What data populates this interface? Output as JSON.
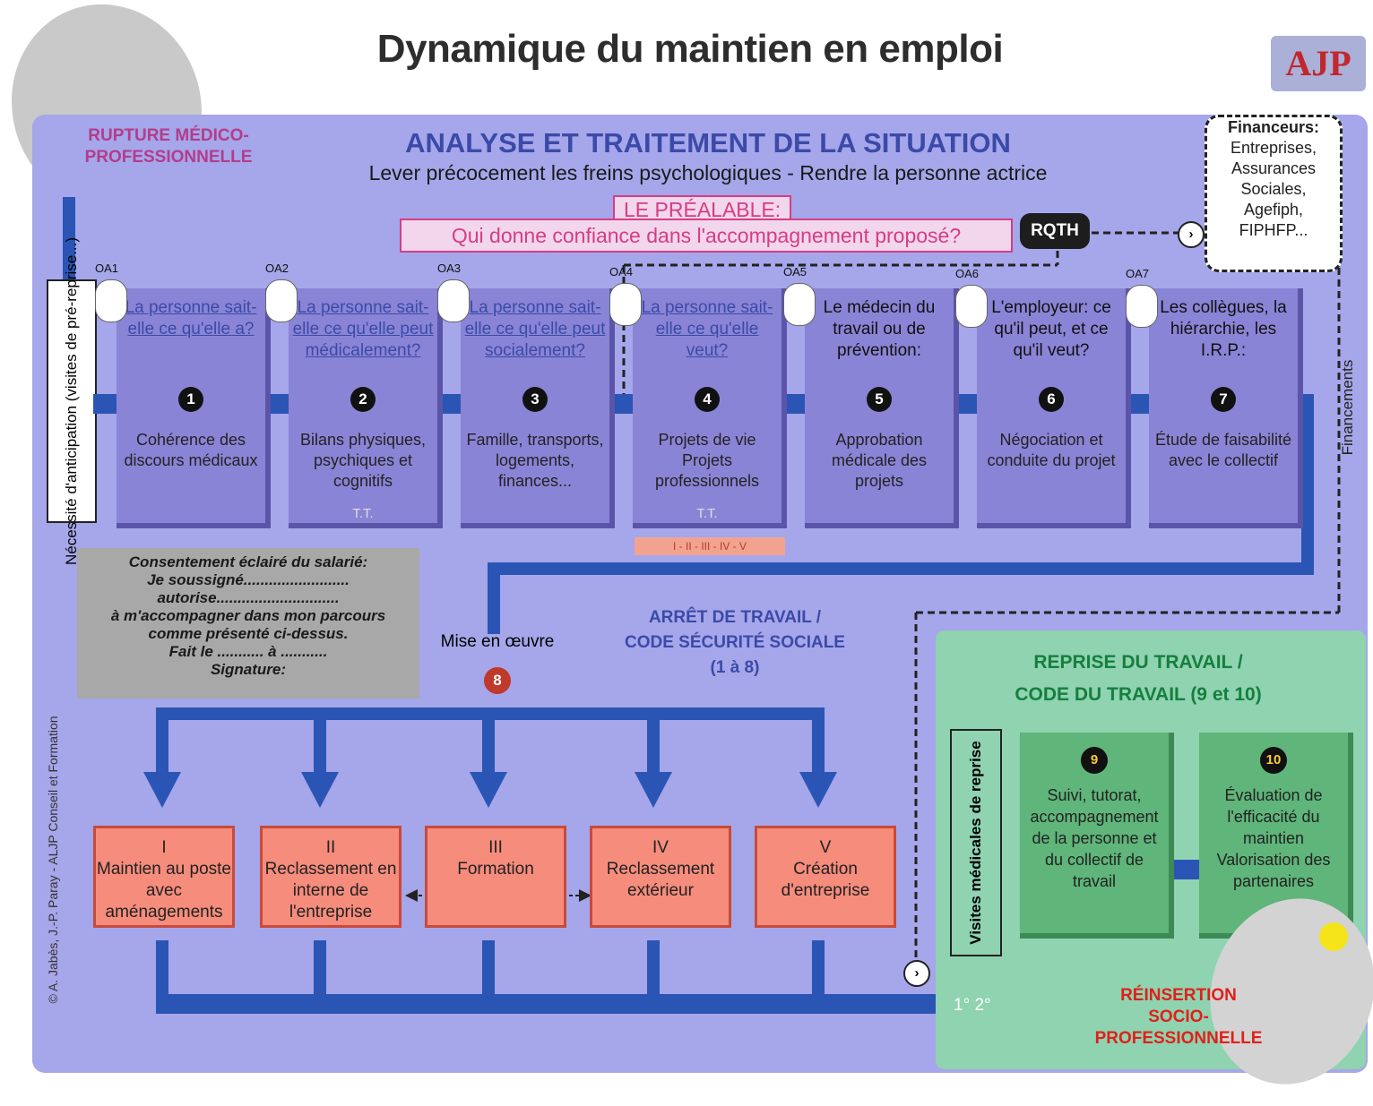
{
  "title": "Dynamique du maintien en emploi",
  "logo": "AJP",
  "rupture_label": "RUPTURE MÉDICO-PROFESSIONNELLE",
  "analyse": {
    "title": "ANALYSE ET TRAITEMENT DE LA SITUATION",
    "subtitle": "Lever précocement les freins psychologiques - Rendre la personne actrice",
    "prealable_label": "LE PRÉALABLE:",
    "prealable_question": "Qui donne confiance dans l'accompagnement proposé?",
    "rqth": "RQTH"
  },
  "financeurs": {
    "heading": "Financeurs:",
    "lines": [
      "Entreprises,",
      "Assurances",
      "Sociales,",
      "Agefiph,",
      "FIPHFP..."
    ]
  },
  "necessite": "Nécessité d'anticipation (visites de pré-reprise...)",
  "financements": "Financements",
  "oa_labels": [
    "OA1",
    "OA2",
    "OA3",
    "OA4",
    "OA5",
    "OA6",
    "OA7"
  ],
  "steps": [
    {
      "question": "La personne sait-elle ce qu'elle a?",
      "num": "1",
      "desc": "Cohérence des discours médicaux",
      "tl": ""
    },
    {
      "question": "La personne sait-elle ce qu'elle peut médicalement?",
      "num": "2",
      "desc": "Bilans physiques, psychiques et cognitifs",
      "tl": "T.T."
    },
    {
      "question": "La personne sait-elle ce qu'elle peut socialement?",
      "num": "3",
      "desc": "Famille, transports, logements, finances...",
      "tl": ""
    },
    {
      "question": "La personne sait-elle ce qu'elle veut?",
      "num": "4",
      "desc": "Projets de vie Projets professionnels",
      "tl": "T.T."
    },
    {
      "question": "Le médecin du travail ou de prévention:",
      "num": "5",
      "desc": "Approbation médicale des projets",
      "tl": ""
    },
    {
      "question": "L'employeur: ce qu'il peut, et ce qu'il veut?",
      "num": "6",
      "desc": "Négociation et conduite du projet",
      "tl": ""
    },
    {
      "question": "Les collègues, la hiérarchie, les I.R.P.:",
      "num": "7",
      "desc": "Étude de faisabilité avec le collectif",
      "tl": ""
    }
  ],
  "roman_bar": "I - II - III - IV - V",
  "consent": {
    "lines": [
      "Consentement éclairé du salarié:",
      "Je soussigné.........................",
      "autorise.............................",
      "à m'accompagner dans mon parcours",
      "comme présenté ci-dessus.",
      "Fait le ........... à ...........",
      "Signature:"
    ]
  },
  "mise_en_oeuvre": "Mise en œuvre",
  "num8": "8",
  "arret": {
    "line1": "ARRÊT DE TRAVAIL /",
    "line2": "CODE SÉCURITÉ SOCIALE",
    "line3": "(1 à 8)"
  },
  "outcomes": [
    {
      "roman": "I",
      "label": "Maintien au poste avec aménagements"
    },
    {
      "roman": "II",
      "label": "Reclassement en interne de l'entreprise"
    },
    {
      "roman": "III",
      "label": "Formation"
    },
    {
      "roman": "IV",
      "label": "Reclassement extérieur"
    },
    {
      "roman": "V",
      "label": "Création d'entreprise"
    }
  ],
  "reprise": {
    "line1": "REPRISE DU TRAVAIL /",
    "line2": "CODE DU TRAVAIL (9 et 10)"
  },
  "visites": "Visites médicales de reprise",
  "green_steps": [
    {
      "num": "9",
      "desc": "Suivi, tutorat, accompagnement de la personne et du collectif de travail"
    },
    {
      "num": "10",
      "desc": "Évaluation de l'efficacité du maintien Valorisation des partenaires"
    }
  ],
  "onetwo": "1° 2°",
  "reinsertion": "RÉINSERTION SOCIO-PROFESSIONNELLE",
  "copyright": "© A. Jabès, J.-P. Paray - ALJP Conseil et Formation",
  "colors": {
    "panel": "#a6a6ea",
    "step": "#8a84d6",
    "arrow": "#2a55b5",
    "outcome": "#f58c7c",
    "green": "#8fd3b0",
    "pink": "#d63d83"
  }
}
